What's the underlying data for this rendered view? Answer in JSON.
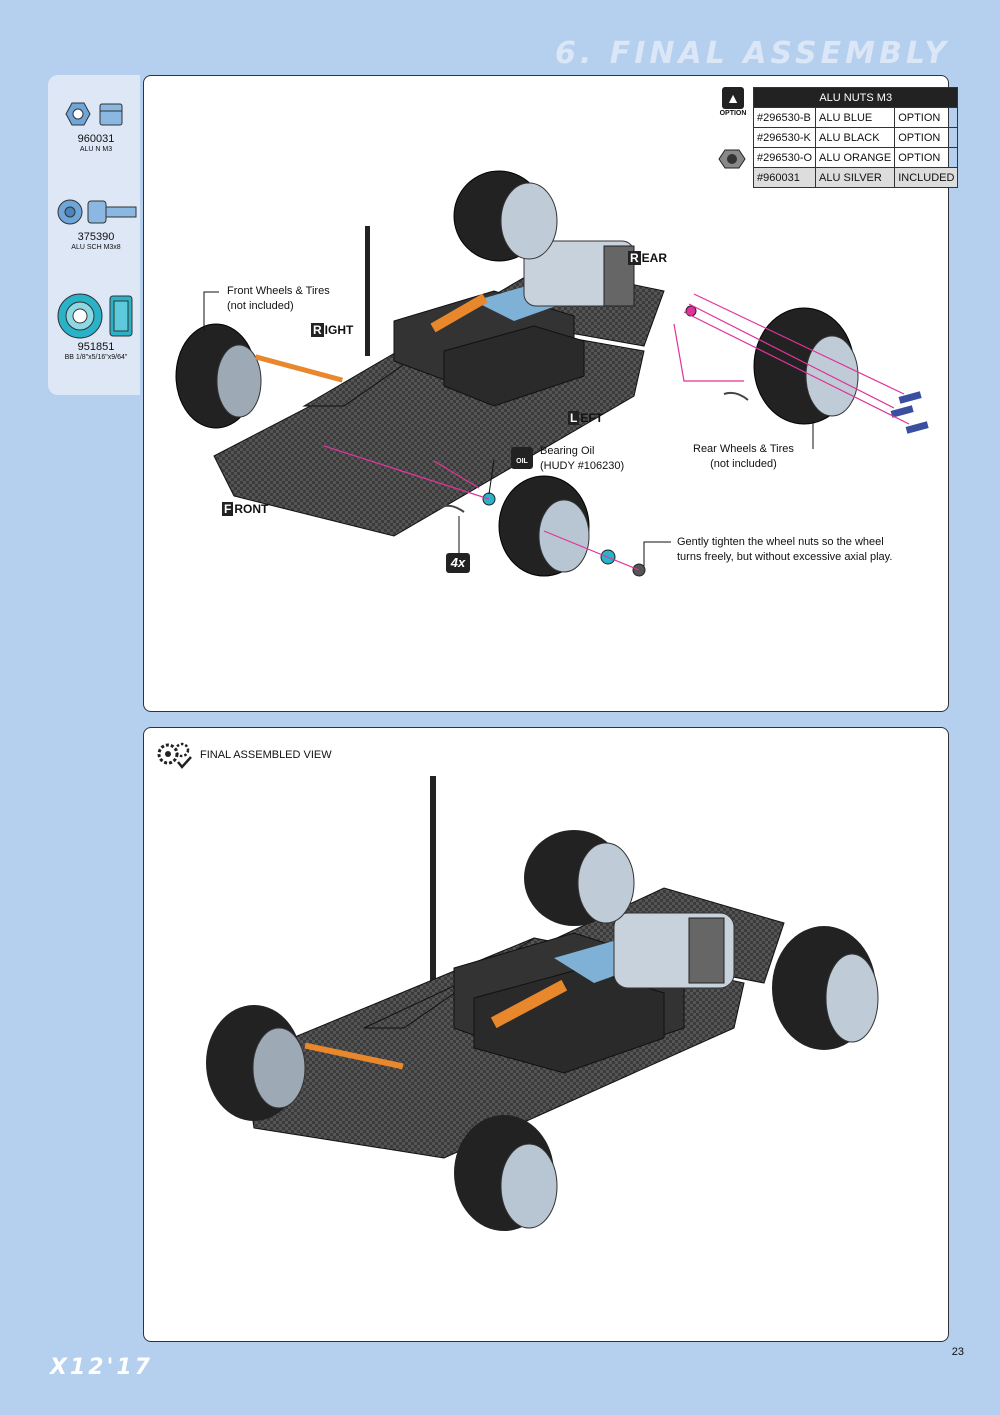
{
  "header": {
    "title": "6. FINAL ASSEMBLY"
  },
  "parts": [
    {
      "code": "960031",
      "desc": "ALU N M3",
      "icon": "nut-icon"
    },
    {
      "code": "375390",
      "desc": "ALU SCH M3x8",
      "icon": "screw-icon"
    },
    {
      "code": "951851",
      "desc": "BB 1/8\"x5/16\"x9/64\"",
      "icon": "bearing-icon"
    }
  ],
  "step": {
    "option_badge": "OPTION",
    "table": {
      "title": "ALU NUTS M3",
      "rows": [
        {
          "part": "#296530-B",
          "name": "ALU BLUE",
          "status": "OPTION"
        },
        {
          "part": "#296530-K",
          "name": "ALU BLACK",
          "status": "OPTION"
        },
        {
          "part": "#296530-O",
          "name": "ALU ORANGE",
          "status": "OPTION"
        },
        {
          "part": "#960031",
          "name": "ALU SILVER",
          "status": "INCLUDED"
        }
      ]
    },
    "labels": {
      "front_wheels_1": "Front Wheels & Tires",
      "front_wheels_2": "(not included)",
      "rear_wheels_1": "Rear Wheels & Tires",
      "rear_wheels_2": "(not included)",
      "bearing_oil_1": "Bearing Oil",
      "bearing_oil_2": "(HUDY #106230)",
      "oil_icon": "OIL",
      "note_1": "Gently tighten the wheel nuts so the wheel",
      "note_2": "turns freely, but without excessive axial play.",
      "qty": "4x"
    },
    "directions": {
      "rear_cap": "R",
      "rear_rest": "EAR",
      "right_cap": "R",
      "right_rest": "IGHT",
      "left_cap": "L",
      "left_rest": "EFT",
      "front_cap": "F",
      "front_rest": "RONT"
    }
  },
  "final": {
    "title": "FINAL ASSEMBLED VIEW"
  },
  "footer": {
    "brand": "X12'17",
    "page": "23"
  }
}
